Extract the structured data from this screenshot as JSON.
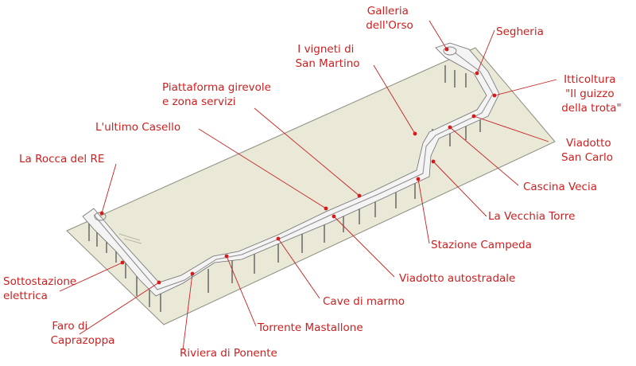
{
  "labels": {
    "galleria_orso": [
      "Galleria",
      "dell'Orso"
    ],
    "segheria": [
      "Segheria"
    ],
    "vigneti": [
      "I vigneti di",
      "San Martino"
    ],
    "itticoltura": [
      "Itticoltura",
      "\"Il guizzo",
      "della trota\""
    ],
    "piattaforma": [
      "Piattaforma girevole",
      "e zona servizi"
    ],
    "ultimo_casello": [
      "L'ultimo Casello"
    ],
    "viadotto_san_carlo": [
      "Viadotto",
      "San Carlo"
    ],
    "rocca_re": [
      "La Rocca del RE"
    ],
    "cascina_vecia": [
      "Cascina Vecia"
    ],
    "vecchia_torre": [
      "La Vecchia Torre"
    ],
    "stazione_campeda": [
      "Stazione Campeda"
    ],
    "sottostazione": [
      "Sottostazione",
      "elettrica"
    ],
    "viadotto_autostradale": [
      "Viadotto autostradale"
    ],
    "cave_marmo": [
      "Cave di marmo"
    ],
    "faro": [
      "Faro di",
      "Caprazoppa"
    ],
    "torrente": [
      "Torrente Mastallone"
    ],
    "riviera": [
      "Riviera di Ponente"
    ]
  },
  "colors": {
    "label_text": "#cc1f1f",
    "leader_line": "#c62020",
    "baseboard": "#eae9d8",
    "deck": "#f4f4f4"
  }
}
